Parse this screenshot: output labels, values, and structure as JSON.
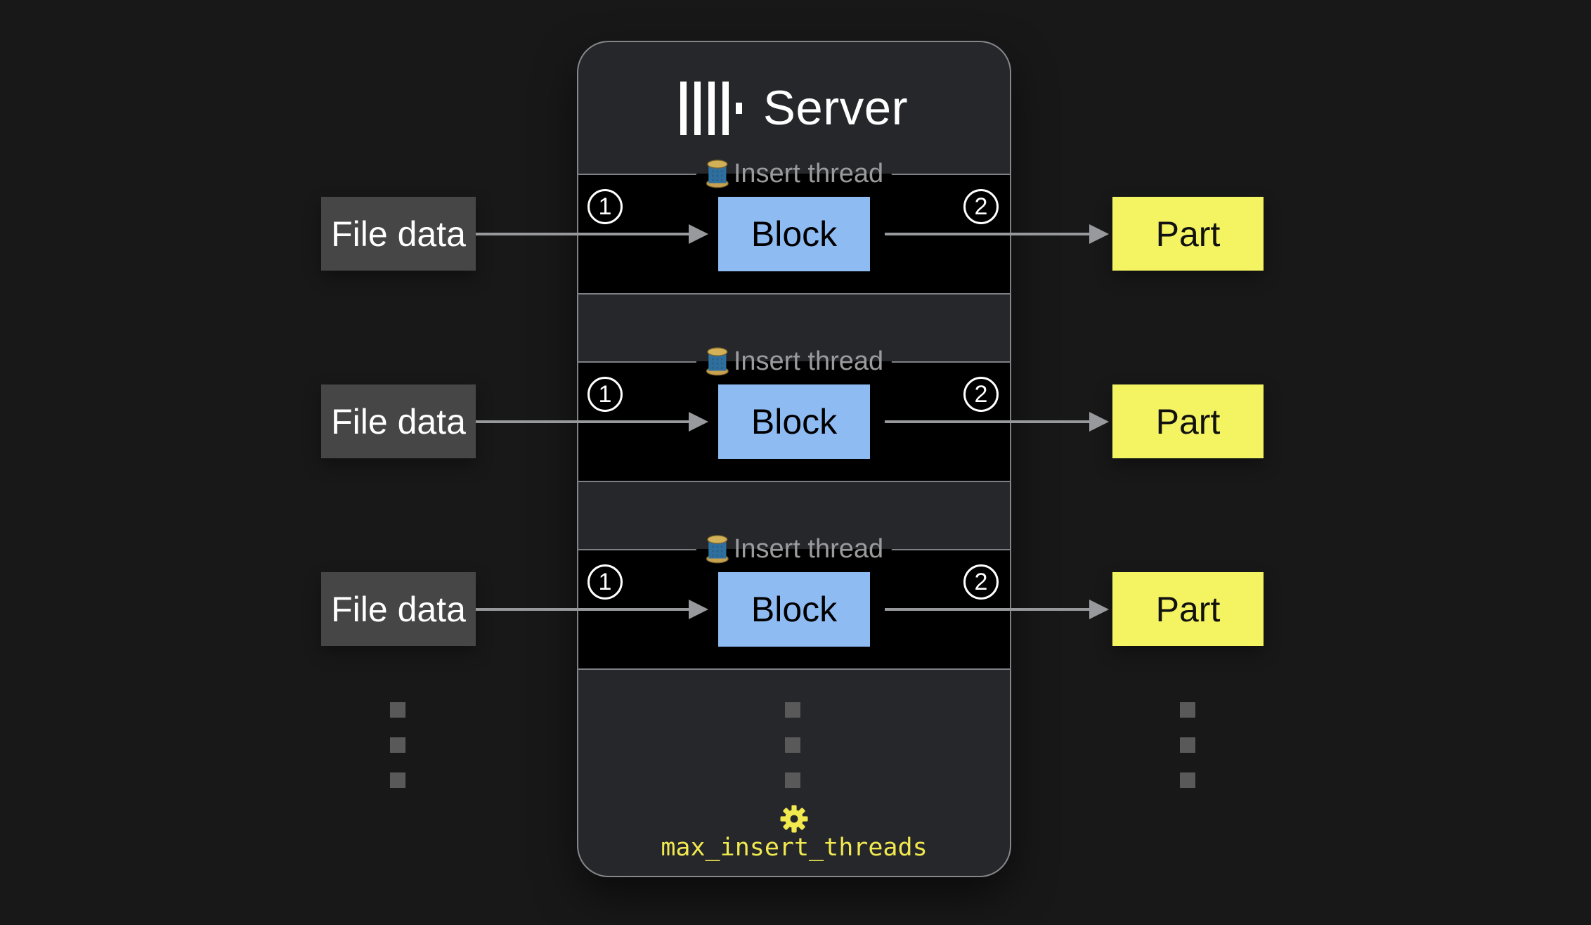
{
  "server": {
    "title": "Server",
    "logo_icon": "clickhouse-logo",
    "threads": [
      {
        "legend": "Insert thread",
        "step_in": "1",
        "block": "Block",
        "step_out": "2"
      },
      {
        "legend": "Insert thread",
        "step_in": "1",
        "block": "Block",
        "step_out": "2"
      },
      {
        "legend": "Insert thread",
        "step_in": "1",
        "block": "Block",
        "step_out": "2"
      }
    ],
    "config": {
      "icon": "gear",
      "label": "max_insert_threads"
    }
  },
  "inputs": [
    {
      "label": "File data"
    },
    {
      "label": "File data"
    },
    {
      "label": "File data"
    }
  ],
  "outputs": [
    {
      "label": "Part"
    },
    {
      "label": "Part"
    },
    {
      "label": "Part"
    }
  ],
  "colors": {
    "page_bg": "#181818",
    "server_bg": "#26272b",
    "thread_bg": "#000000",
    "block_fill": "#8fbbf3",
    "part_fill": "#f4f463",
    "file_fill": "#464646",
    "config_yellow": "#f0e94f",
    "arrow_gray": "#97999c",
    "legend_gray": "#9b9b9d"
  }
}
